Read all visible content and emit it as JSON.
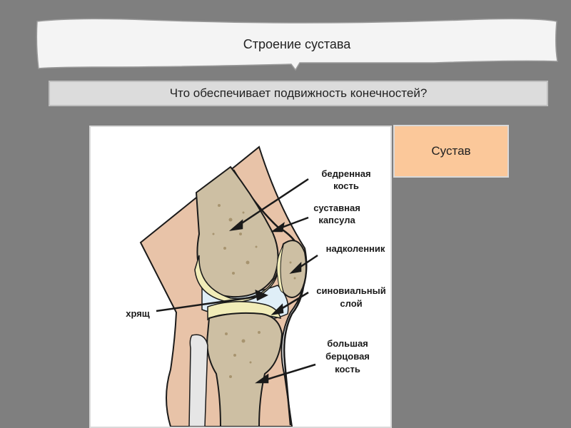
{
  "slide": {
    "title": "Строение сустава",
    "question": "Что обеспечивает подвижность конечностей?",
    "answer": "Сустав"
  },
  "diagram": {
    "labels": {
      "femur_line1": "бедренная",
      "femur_line2": "кость",
      "capsule_line1": "суставная",
      "capsule_line2": "капсула",
      "patella": "надколенник",
      "synovial_line1": "синовиальный",
      "synovial_line2": "слой",
      "cartilage": "хрящ",
      "tibia_line1": "большая",
      "tibia_line2": "берцовая",
      "tibia_line3": "кость"
    },
    "colors": {
      "skin": "#e8c3a8",
      "bone": "#cdbfa3",
      "cartilage": "#f1ecb8",
      "synovial": "#dfeef7",
      "outline": "#1a1a1a"
    }
  }
}
